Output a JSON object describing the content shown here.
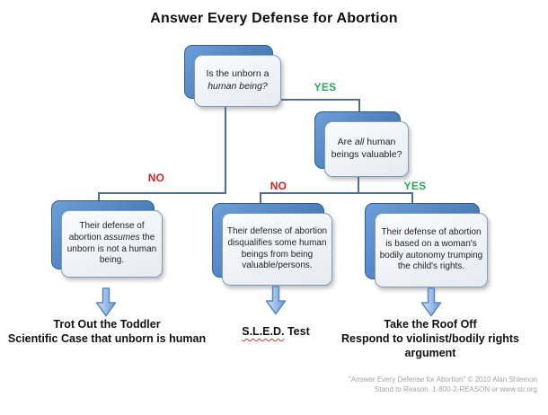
{
  "title": "Answer Every Defense for Abortion",
  "flow": {
    "q1": {
      "segments": [
        {
          "text": "Is the unborn a "
        },
        {
          "text": "human being?",
          "italic": true
        }
      ]
    },
    "q2": {
      "segments": [
        {
          "text": "Are "
        },
        {
          "text": "all",
          "italic": true
        },
        {
          "text": " human beings valuable?"
        }
      ]
    },
    "q1_yes_label": "YES",
    "q1_no_label": "NO",
    "q2_no_label": "NO",
    "q2_yes_label": "YES",
    "d_no1": {
      "segments": [
        {
          "text": "Their defense of abortion "
        },
        {
          "text": "assumes",
          "italic": true
        },
        {
          "text": " the unborn is not a human being."
        }
      ]
    },
    "d_no2": {
      "segments": [
        {
          "text": "Their defense of abortion disqualifies some human beings from being valuable/persons."
        }
      ]
    },
    "d_yes": {
      "segments": [
        {
          "text": "Their defense of abortion is based on a woman's bodily autonomy trumping the child's rights."
        }
      ]
    }
  },
  "outcomes": {
    "left": {
      "line1": "Trot Out the Toddler",
      "line2": "Scientific Case that unborn is human"
    },
    "middle": {
      "segments": [
        {
          "text": "S.L.E.D.",
          "wavy_underline": true
        },
        {
          "text": " Test"
        }
      ]
    },
    "right": {
      "line1": "Take the Roof Off",
      "line2": "Respond to violinist/bodily rights argument"
    }
  },
  "footer": {
    "line1": "\"Answer Every Defense for Abortion\" © 2010 Alan Shlemon",
    "line2": "Stand to Reason, 1-800-2-REASON or www.str.org"
  },
  "colors": {
    "yes_green": "#2fa35c",
    "no_red": "#cf2424",
    "node_blue": "#4f81bd",
    "connector": "#4e6d96",
    "arrow_stroke": "#5b87c0"
  }
}
